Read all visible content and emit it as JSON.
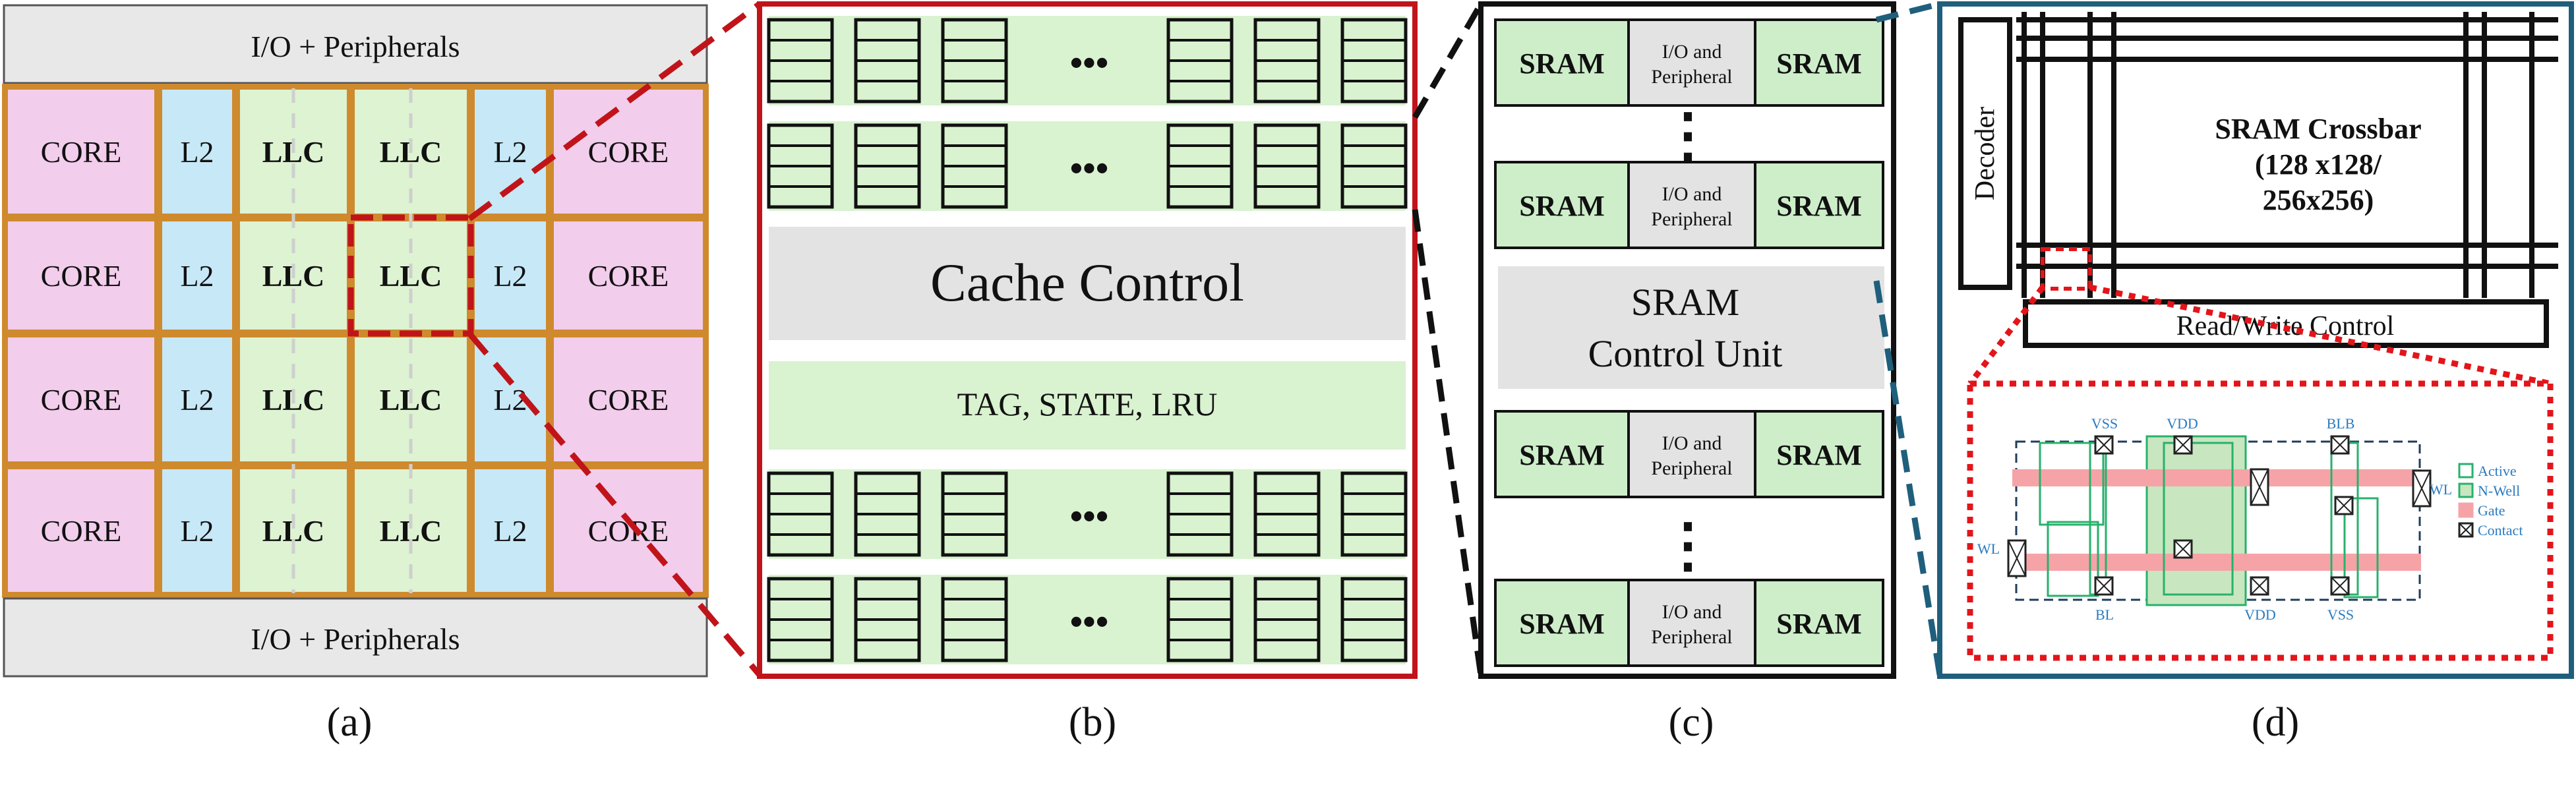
{
  "colors": {
    "core": "#f2cdec",
    "l2": "#c7e8f7",
    "llc": "#ddf3d2",
    "io": "#e8e8e8",
    "grid_line": "#cf8a2e",
    "red": "#c0141a",
    "black": "#111111",
    "teal": "#1f5f7c",
    "sram_green": "#cdeec9",
    "row_green": "#d9f2d0",
    "grey": "#e3e3e3",
    "gate": "#f6a3a8",
    "active": "#27b26b",
    "label_blue": "#2a7bc0",
    "dotted_red": "#e3151a"
  },
  "panel_a": {
    "caption": "(a)",
    "io_top": "I/O + Peripherals",
    "io_bottom": "I/O + Peripherals",
    "rows": [
      [
        "CORE",
        "L2",
        "LLC",
        "LLC",
        "L2",
        "CORE"
      ],
      [
        "CORE",
        "L2",
        "LLC",
        "LLC",
        "L2",
        "CORE"
      ],
      [
        "CORE",
        "L2",
        "LLC",
        "LLC",
        "L2",
        "CORE"
      ],
      [
        "CORE",
        "L2",
        "LLC",
        "LLC",
        "L2",
        "CORE"
      ]
    ]
  },
  "panel_b": {
    "caption": "(b)",
    "ellipsis": "•••",
    "cache_control": "Cache Control",
    "tag_row": "TAG, STATE, LRU"
  },
  "panel_c": {
    "caption": "(c)",
    "sram": "SRAM",
    "io_line1": "I/O and",
    "io_line2": "Peripheral",
    "control_line1": "SRAM",
    "control_line2": "Control Unit",
    "vdots": "⋮"
  },
  "panel_d": {
    "caption": "(d)",
    "decoder": "Decoder",
    "crossbar_line1": "SRAM Crossbar",
    "crossbar_line2": "(128 x128/",
    "crossbar_line3": "256x256)",
    "rw_control": "Read/Write Control",
    "cell_labels": {
      "vss_top": "VSS",
      "vdd_top": "VDD",
      "blb": "BLB",
      "wl_left": "WL",
      "wl_right": "WL",
      "bl": "BL",
      "vdd_bottom": "VDD",
      "vss_bottom": "VSS"
    },
    "legend": [
      "Active",
      "N-Well",
      "Gate",
      "Contact"
    ]
  }
}
